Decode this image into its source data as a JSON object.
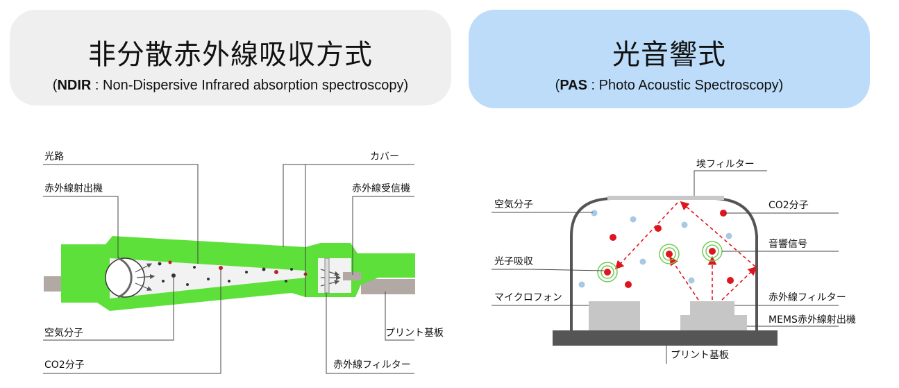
{
  "ndir": {
    "title": "非分散赤外線吸収方式",
    "abbr": "NDIR",
    "separator": " : ",
    "full_name": "Non-Dispersive Infrared absorption spectroscopy",
    "labels": {
      "optical_path": "光路",
      "ir_emitter": "赤外線射出機",
      "cover": "カバー",
      "ir_receiver": "赤外線受信機",
      "air_molecule": "空気分子",
      "co2_molecule": "CO2分子",
      "pcb": "プリント基板",
      "ir_filter": "赤外線フィルター"
    }
  },
  "pas": {
    "title": "光音響式",
    "abbr": "PAS",
    "separator": " : ",
    "full_name": "Photo Acoustic Spectroscopy",
    "labels": {
      "dust_filter": "埃フィルター",
      "air_molecule": "空気分子",
      "co2_molecule": "CO2分子",
      "acoustic_signal": "音響信号",
      "light_absorption": "光子吸収",
      "microphone": "マイクロフォン",
      "ir_filter": "赤外線フィルター",
      "mems_emitter": "MEMS赤外線射出機",
      "pcb": "プリント基板"
    }
  },
  "colors": {
    "sensor_green": "#5ee03a",
    "co2_red": "#e0141e",
    "air_blue": "#a9c8e4",
    "ndir_header_bg": "#efefef",
    "pas_header_bg": "#bcdcfa"
  }
}
